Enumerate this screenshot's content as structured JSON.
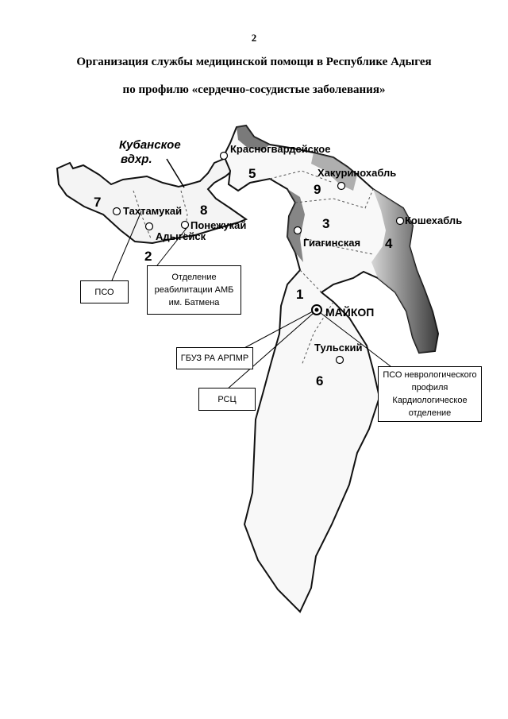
{
  "page_number": "2",
  "title_line1": "Организация службы медицинской помощи в Республике Адыгея",
  "title_line2": "по профилю «сердечно-сосудистые заболевания»",
  "map": {
    "reservoir_line1": "Кубанское",
    "reservoir_line2": "вдхр.",
    "district_numbers": [
      "1",
      "2",
      "3",
      "4",
      "5",
      "6",
      "7",
      "8",
      "9"
    ],
    "settlements": {
      "krasnogvardeyskoe": "Красногвардейское",
      "khakurinokhabl": "Хакуринохабль",
      "takhtamukay": "Тахтамукай",
      "ponezhukay": "Понежукай",
      "adygeysk": "Адыгейск",
      "giaginskaya": "Гиагинская",
      "koshekhabl": "Кошехабль",
      "maykop": "МАЙКОП",
      "tulsky": "Тульский"
    }
  },
  "callouts": {
    "pso": "ПСО",
    "rehab_line1": "Отделение",
    "rehab_line2": "реабилитации АМБ",
    "rehab_line3": "им. Батмена",
    "gbuz": "ГБУЗ РА АРПМР",
    "rsc": "РСЦ",
    "neuro_line1": "ПСО неврологического",
    "neuro_line2": "профиля",
    "neuro_line3": "Кардиологическое",
    "neuro_line4": "отделение"
  }
}
